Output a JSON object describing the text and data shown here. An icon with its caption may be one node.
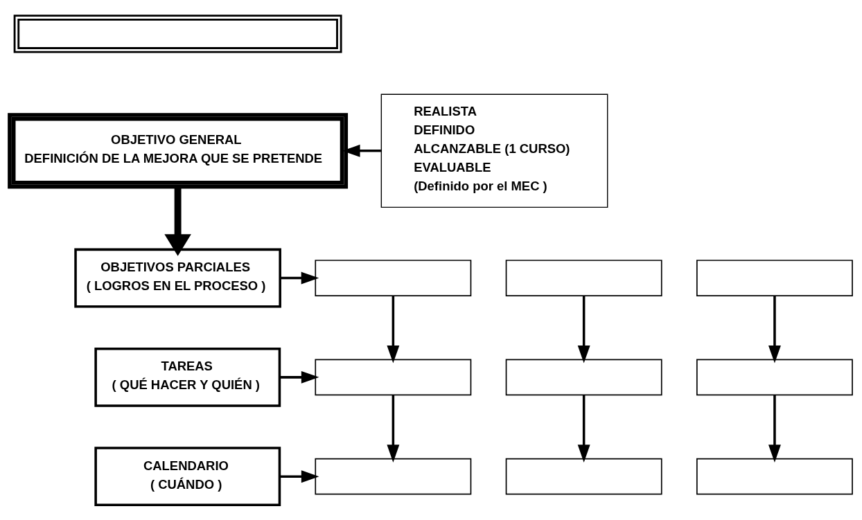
{
  "diagram": {
    "nodes": [
      {
        "text": [],
        "shape": "box"
      },
      {
        "text": [
          "OBJETIVO GENERAL",
          "DEFINICIÓN DE LA MEJORA QUE SE PRETENDE"
        ]
      },
      {
        "text": [
          "REALISTA",
          "DEFINIDO",
          "ALCANZABLE (1 CURSO)",
          "EVALUABLE",
          "(Definido por el MEC )"
        ]
      },
      {
        "text": [
          "OBJETIVOS PARCIALES",
          "( LOGROS EN EL PROCESO )"
        ]
      },
      {
        "text": [],
        "shape": "box"
      },
      {
        "text": [],
        "shape": "box"
      },
      {
        "text": [],
        "shape": "box"
      },
      {
        "text": [
          "TAREAS",
          "( QUÉ HACER Y QUIÉN )"
        ]
      },
      {
        "text": [],
        "shape": "box"
      },
      {
        "text": [],
        "shape": "box"
      },
      {
        "text": [],
        "shape": "box"
      },
      {
        "text": [
          "CALENDARIO",
          "( CUÁNDO )"
        ]
      },
      {
        "text": [],
        "shape": "box"
      },
      {
        "text": [],
        "shape": "box"
      },
      {
        "text": [],
        "shape": "box"
      }
    ],
    "edges": [
      {
        "from": 2,
        "to": 1,
        "arrow": "to"
      },
      {
        "from": 1,
        "to": 3,
        "arrow": "to",
        "style": "thick"
      },
      {
        "from": 3,
        "to": 4,
        "arrow": "to"
      },
      {
        "from": 4,
        "to": 8,
        "arrow": "to"
      },
      {
        "from": 5,
        "to": 9,
        "arrow": "to"
      },
      {
        "from": 6,
        "to": 10,
        "arrow": "to"
      },
      {
        "from": 7,
        "to": 8,
        "arrow": "to"
      },
      {
        "from": 8,
        "to": 12,
        "arrow": "to"
      },
      {
        "from": 9,
        "to": 13,
        "arrow": "to"
      },
      {
        "from": 10,
        "to": 14,
        "arrow": "to"
      },
      {
        "from": 11,
        "to": 12,
        "arrow": "to"
      }
    ]
  }
}
